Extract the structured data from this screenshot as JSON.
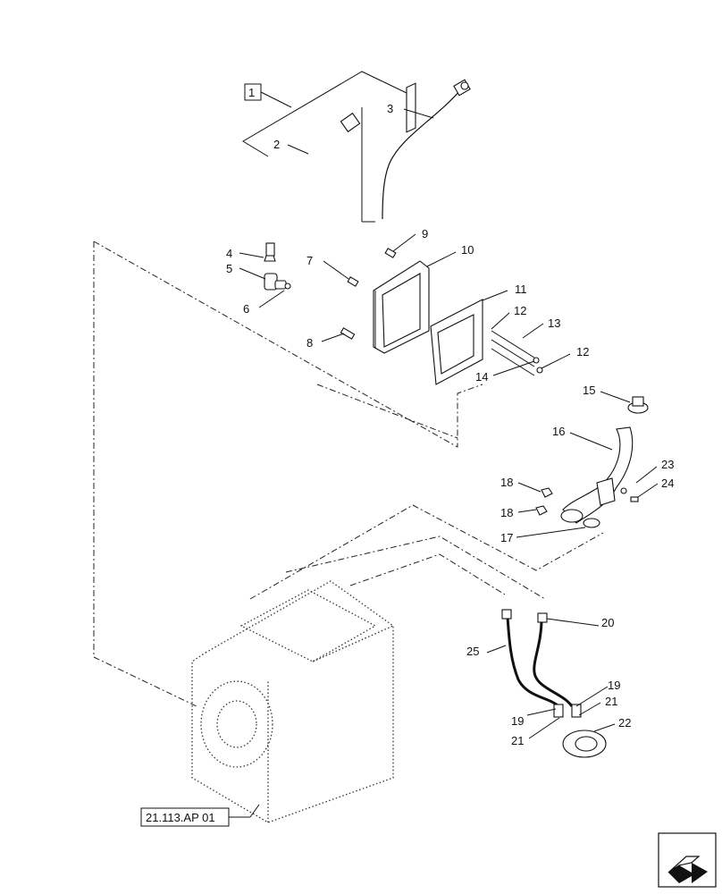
{
  "diagram": {
    "group_label": "1",
    "reference_label": "21.113.AP 01",
    "callouts": [
      "2",
      "3",
      "4",
      "5",
      "6",
      "7",
      "8",
      "9",
      "10",
      "11",
      "12",
      "12",
      "13",
      "14",
      "15",
      "16",
      "17",
      "18",
      "18",
      "19",
      "19",
      "20",
      "21",
      "21",
      "22",
      "23",
      "24",
      "25"
    ],
    "nav_icon": "arrow-icon"
  }
}
